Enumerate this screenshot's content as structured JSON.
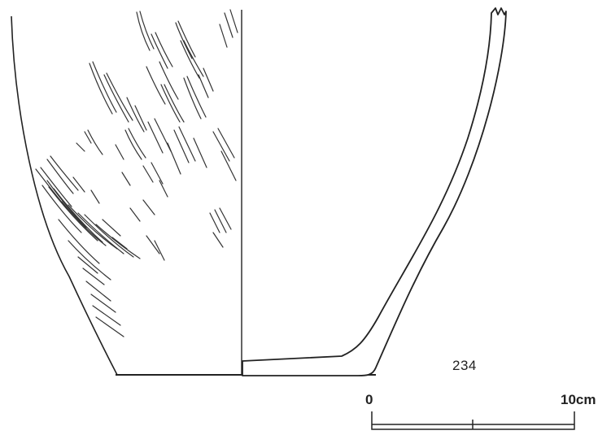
{
  "figure": {
    "catalogue_number": "234",
    "scale_bar": {
      "start_label": "0",
      "end_label": "10cm",
      "segments": 2
    },
    "colors": {
      "line": "#222222",
      "background": "#ffffff"
    }
  }
}
